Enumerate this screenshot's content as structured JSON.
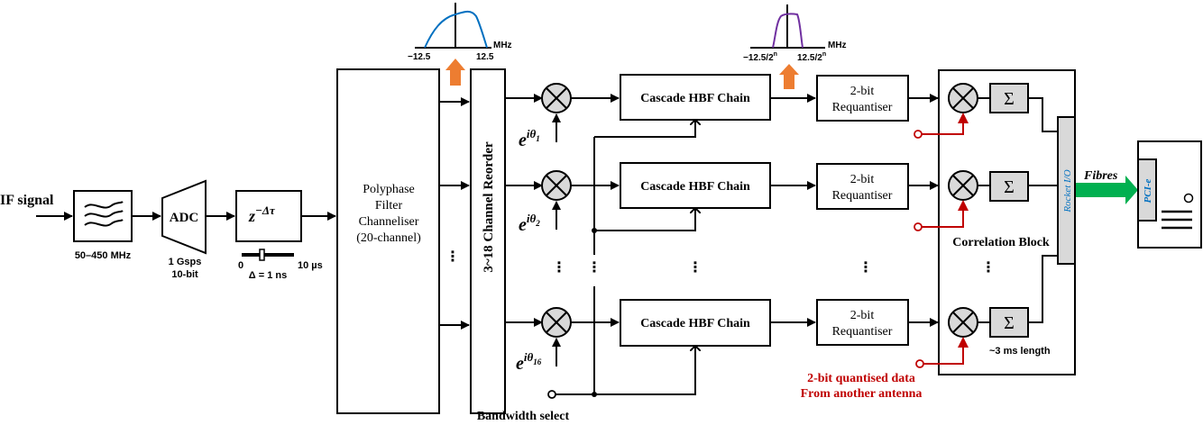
{
  "input": {
    "label": "IF signal"
  },
  "bandpass": {
    "caption": "50–450 MHz"
  },
  "adc": {
    "label": "ADC",
    "caption_line1": "1 Gsps",
    "caption_line2": "10-bit"
  },
  "delay": {
    "label_base": "z",
    "label_exp": "−Δτ",
    "slider_min": "0",
    "slider_max": "10 µs",
    "slider_step": "Δ = 1 ns"
  },
  "channeliser": {
    "lines": [
      "Polyphase",
      "Filter",
      "Channeliser",
      "(20-channel)"
    ]
  },
  "reorder": {
    "label": "3~18 Channel Reorder"
  },
  "spectrum_wide": {
    "left_tick": "−12.5",
    "right_tick": "12.5",
    "unit": "MHz",
    "color": "#0070c0"
  },
  "spectrum_narrow": {
    "left_tick": "−12.5/2",
    "right_tick": "12.5/2",
    "superscript": "n",
    "unit": "MHz",
    "color": "#7030a0"
  },
  "arrow_color": "#ed7d31",
  "phases": [
    {
      "base": "e",
      "exp": "iθ",
      "sub": "1"
    },
    {
      "base": "e",
      "exp": "iθ",
      "sub": "2"
    },
    {
      "base": "e",
      "exp": "iθ",
      "sub": "16"
    }
  ],
  "hbf": {
    "label": "Cascade HBF Chain"
  },
  "requantiser": {
    "line1": "2-bit",
    "line2": "Requantiser"
  },
  "bandwidth_select": {
    "label": "Bandwidth select"
  },
  "correlation": {
    "title": "Correlation Block",
    "sum_symbol": "Σ",
    "integration": "~3 ms length",
    "rocket_io": "Rocket I/O"
  },
  "other_antenna": {
    "line1": "2-bit quantised  data",
    "line2": "From another antenna",
    "color": "#c00000"
  },
  "fibres": {
    "label": "Fibres",
    "color": "#00b050"
  },
  "host": {
    "pcie": "PCI-e"
  },
  "ellipsis": "⋮"
}
